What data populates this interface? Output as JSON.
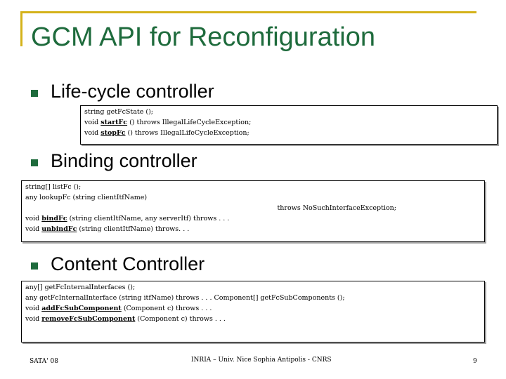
{
  "slide": {
    "title": "GCM API for Reconfiguration",
    "accent": "#1e6b3c",
    "rule_color": "#d4b21a"
  },
  "sections": [
    {
      "heading": "Life-cycle controller",
      "lines": [
        {
          "pre": "string getFcState ();",
          "kw": "",
          "post": ""
        },
        {
          "pre": "void ",
          "kw": "startFc",
          "post": " () throws IllegalLifeCycleException;"
        },
        {
          "pre": "void ",
          "kw": "stopFc",
          "post": " () throws IllegalLifeCycleException;"
        }
      ]
    },
    {
      "heading": "Binding controller",
      "lines": [
        {
          "pre": "string[] listFc ();",
          "kw": "",
          "post": ""
        },
        {
          "pre": "any lookupFc (string clientItfName)",
          "kw": "",
          "post": ""
        },
        {
          "pre": "throws NoSuchInterfaceException;",
          "kw": "",
          "post": "",
          "align": "right"
        },
        {
          "pre": "void ",
          "kw": "bindFc",
          "post": " (string clientItfName, any serverItf) throws . . ."
        },
        {
          "pre": "void ",
          "kw": "unbindFc",
          "post": " (string clientItfName) throws. . ."
        }
      ]
    },
    {
      "heading": "Content Controller",
      "lines": [
        {
          "pre": "any[] getFcInternalInterfaces ();",
          "kw": "",
          "post": ""
        },
        {
          "pre": "any getFcInternalInterface (string itfName) throws . . . Component[] getFcSubComponents ();",
          "kw": "",
          "post": ""
        },
        {
          "pre": "void ",
          "kw": "addFcSubComponent",
          "post": " (Component c) throws . . ."
        },
        {
          "pre": "void ",
          "kw": "removeFcSubComponent",
          "post": " (Component c) throws . . ."
        }
      ]
    }
  ],
  "footer": {
    "left": "SATA' 08",
    "center": "INRIA – Univ. Nice Sophia Antipolis - CNRS",
    "page": "9"
  }
}
